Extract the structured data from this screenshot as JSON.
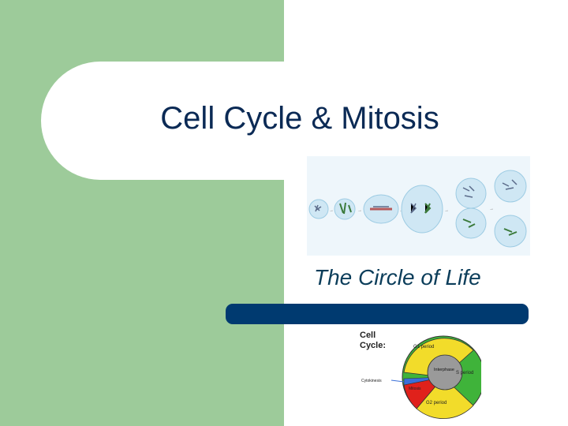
{
  "slide": {
    "title": "Cell Cycle & Mitosis",
    "subtitle": "The Circle of Life"
  },
  "cycle_diagram": {
    "heading_line1": "Cell",
    "heading_line2": "Cycle:",
    "labels": {
      "g1": "G1 period",
      "interphase": "Interphase",
      "s": "S period",
      "cytokinesis": "Cytokinesis",
      "mitosis": "Mitosis",
      "g2": "G2 period"
    }
  },
  "colors": {
    "green_panel": "#9dcb9a",
    "title_text": "#0b2a55",
    "bar": "#003a70",
    "g1": "#f2dc2a",
    "s": "#3fb33a",
    "g2": "#f2dc2a",
    "mitosis": "#e0211b",
    "cytokinesis": "#3a6fd8",
    "interphase": "#9a9a9a"
  }
}
